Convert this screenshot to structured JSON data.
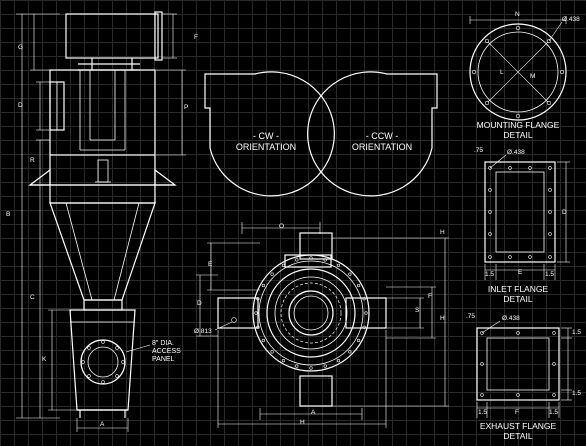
{
  "orientations": {
    "cw": [
      "- CW -",
      "ORIENTATION"
    ],
    "ccw": [
      "- CCW -",
      "ORIENTATION"
    ]
  },
  "captions": {
    "mounting_flange": [
      "MOUNTING FLANGE",
      "DETAIL"
    ],
    "inlet_flange": [
      "INLET FLANGE",
      "DETAIL"
    ],
    "exhaust_flange": [
      "EXHAUST FLANGE",
      "DETAIL"
    ]
  },
  "access_panel_note": [
    "8\" DIA.",
    "ACCESS",
    "PANEL"
  ],
  "hole_sizes": {
    "mounting": "Ø.438",
    "inlet": "Ø.438",
    "exhaust": "Ø.438",
    "plan": "Ø.813"
  },
  "side_view_labels": {
    "G": "G",
    "F": "F",
    "D": "D",
    "P": "P",
    "R": "R",
    "B": "B",
    "C": "C",
    "K": "K",
    "A": "A"
  },
  "plan_view_labels": {
    "O": "O",
    "E": "E",
    "D": "D",
    "F": "F",
    "S": "S",
    "H": "H",
    "A_bottom": "A",
    "H_bottom": "H",
    "H_right": "H"
  },
  "mounting_labels": {
    "N": "N",
    "L": "L",
    "M": "M"
  },
  "inlet_labels": {
    "E": "E",
    "D": "D",
    "dim_left": "1.5",
    "dim_right": "1.5",
    "dim_top": ".75"
  },
  "exhaust_labels": {
    "F": "F",
    "dim_left": "1.5",
    "dim_right": "1.5",
    "dim_top": ".75",
    "dim_side_top": "1.5",
    "dim_side_bottom": "1.5"
  }
}
